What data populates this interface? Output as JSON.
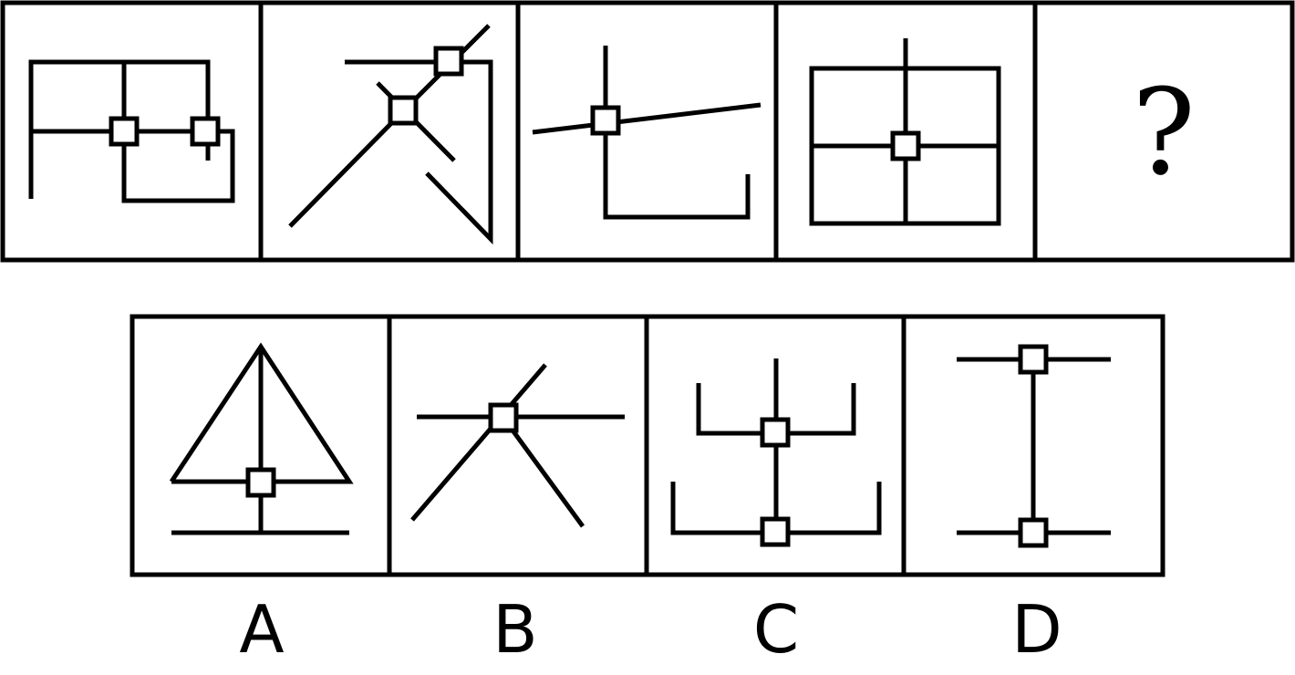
{
  "question_row": {
    "panels": [
      {
        "id": "q1",
        "content": "figure"
      },
      {
        "id": "q2",
        "content": "figure"
      },
      {
        "id": "q3",
        "content": "figure"
      },
      {
        "id": "q4",
        "content": "figure"
      },
      {
        "id": "q5",
        "content": "unknown",
        "mark": "?"
      }
    ]
  },
  "options": [
    {
      "label": "A"
    },
    {
      "label": "B"
    },
    {
      "label": "C"
    },
    {
      "label": "D"
    }
  ],
  "colors": {
    "stroke": "#000000",
    "background": "#ffffff"
  }
}
